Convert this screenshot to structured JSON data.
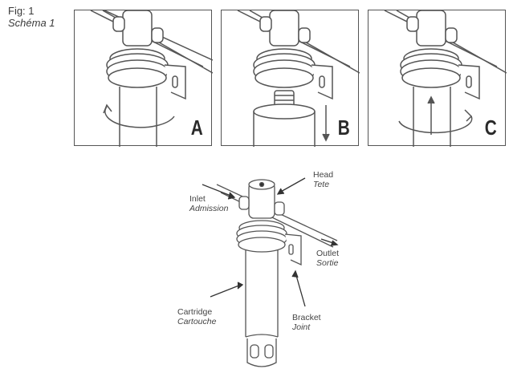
{
  "figure": {
    "number_label": "Fig: 1",
    "number_label_fr": "Schéma 1"
  },
  "panels": [
    {
      "letter": "A",
      "action": "rotate",
      "icon": "rotate-arrow-icon"
    },
    {
      "letter": "B",
      "action": "pull-down",
      "icon": "down-arrow-icon"
    },
    {
      "letter": "C",
      "action": "push-up-and-rotate",
      "icon": "up-arrow-rotate-icon"
    }
  ],
  "callouts": {
    "head": {
      "en": "Head",
      "fr": "Tete"
    },
    "inlet": {
      "en": "Inlet",
      "fr": "Admission"
    },
    "outlet": {
      "en": "Outlet",
      "fr": "Sortie"
    },
    "cartridge": {
      "en": "Cartridge",
      "fr": "Cartouche"
    },
    "bracket": {
      "en": "Bracket",
      "fr": "Joint"
    }
  },
  "colors": {
    "line": "#555555",
    "background": "#ffffff",
    "text": "#333333"
  }
}
